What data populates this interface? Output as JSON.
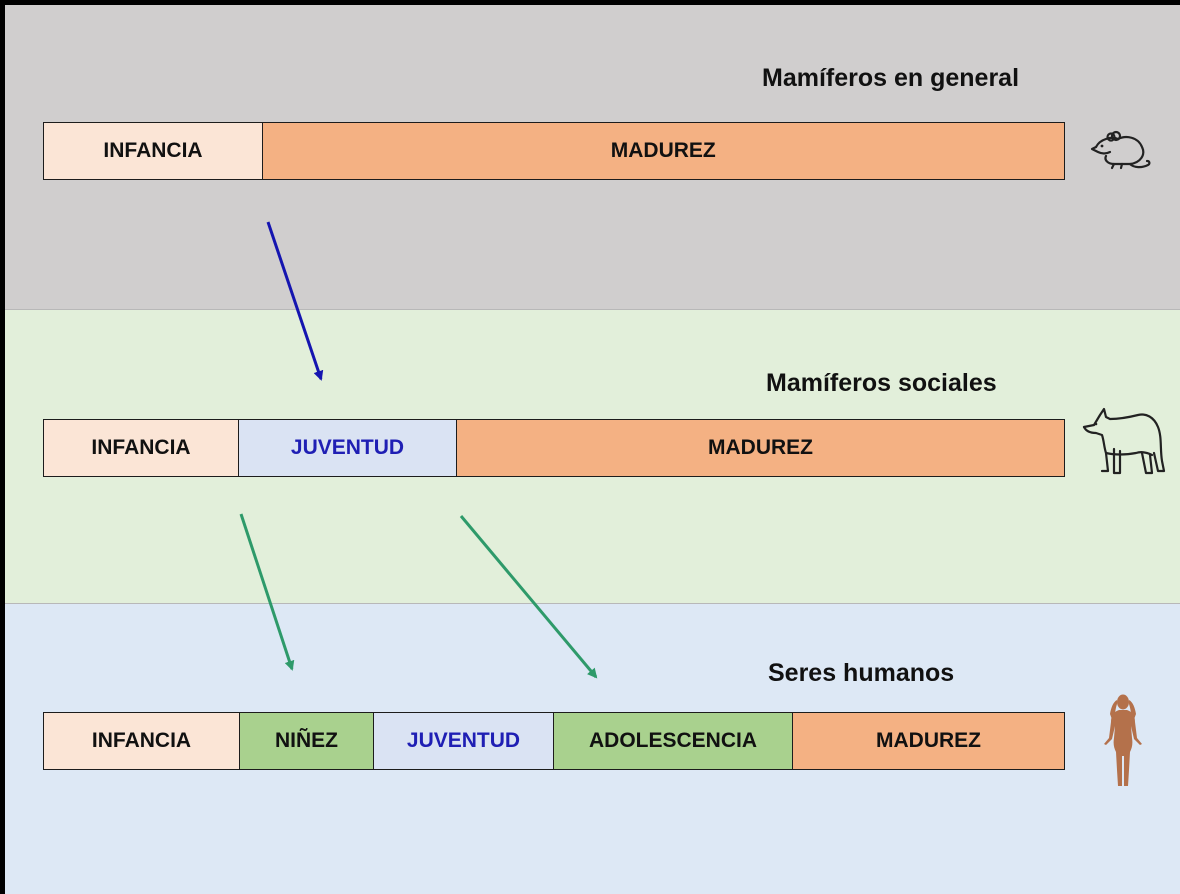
{
  "colors": {
    "infancia": "#fbe5d6",
    "madurez": "#f4b183",
    "juventud": "#dae3f3",
    "ninez": "#a9d18e",
    "adolescencia": "#a9d18e",
    "juventud_text": "#1f1fb4",
    "arrow_blue": "#1515b0",
    "arrow_green": "#2e9a6a"
  },
  "icons": {
    "mammals": "rat-icon",
    "social": "wolf-icon",
    "humans": "human-figure-icon"
  },
  "sections": {
    "mammals": {
      "title": "Mamíferos en general",
      "stages": [
        {
          "label": "INFANCIA",
          "kind": "infancia"
        },
        {
          "label": "MADUREZ",
          "kind": "madurez"
        }
      ]
    },
    "social": {
      "title": "Mamíferos sociales",
      "stages": [
        {
          "label": "INFANCIA",
          "kind": "infancia"
        },
        {
          "label": "JUVENTUD",
          "kind": "juventud"
        },
        {
          "label": "MADUREZ",
          "kind": "madurez"
        }
      ]
    },
    "humans": {
      "title": "Seres humanos",
      "stages": [
        {
          "label": "INFANCIA",
          "kind": "infancia"
        },
        {
          "label": "NIÑEZ",
          "kind": "ninez"
        },
        {
          "label": "JUVENTUD",
          "kind": "juventud"
        },
        {
          "label": "ADOLESCENCIA",
          "kind": "adolescencia"
        },
        {
          "label": "MADUREZ",
          "kind": "madurez"
        }
      ]
    }
  }
}
